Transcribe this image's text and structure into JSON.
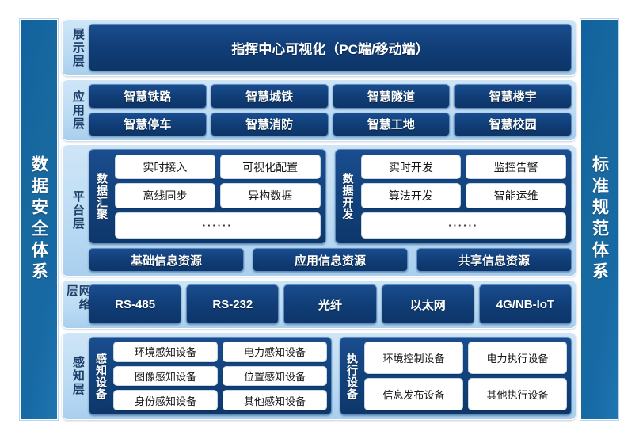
{
  "side_bars": {
    "left": {
      "name": "data-security-system",
      "text": "数据安全体系"
    },
    "right": {
      "name": "standard-specification-system",
      "text": "标准规范体系"
    }
  },
  "layers": [
    {
      "id": "presentation",
      "label": "展示层",
      "items": [
        "指挥中心可视化（PC端/移动端）"
      ]
    },
    {
      "id": "application",
      "label": "应用层",
      "rows": [
        [
          "智慧铁路",
          "智慧城铁",
          "智慧隧道",
          "智慧楼宇"
        ],
        [
          "智慧停车",
          "智慧消防",
          "智慧工地",
          "智慧校园"
        ]
      ]
    },
    {
      "id": "platform",
      "label": "平台层",
      "groups": [
        {
          "label": "数据汇聚",
          "rows": [
            [
              "实时接入",
              "可视化配置"
            ],
            [
              "离线同步",
              "异构数据"
            ]
          ],
          "more": "······"
        },
        {
          "label": "数据开发",
          "rows": [
            [
              "实时开发",
              "监控告警"
            ],
            [
              "算法开发",
              "智能运维"
            ]
          ],
          "more": "······"
        }
      ],
      "resources": [
        "基础信息资源",
        "应用信息资源",
        "共享信息资源"
      ]
    },
    {
      "id": "network",
      "label": "网络层",
      "items": [
        "RS-485",
        "RS-232",
        "光纤",
        "以太网",
        "4G/NB-IoT"
      ]
    },
    {
      "id": "sensing",
      "label": "感知层",
      "groups": [
        {
          "label": "感知设备",
          "rows": [
            [
              "环境感知设备",
              "电力感知设备"
            ],
            [
              "图像感知设备",
              "位置感知设备"
            ],
            [
              "身份感知设备",
              "其他感知设备"
            ]
          ]
        },
        {
          "label": "执行设备",
          "rows": [
            [
              "环境控制设备",
              "电力执行设备"
            ],
            [
              "信息发布设备",
              "其他执行设备"
            ]
          ]
        }
      ]
    }
  ],
  "colors": {
    "page_background": "#ffffff",
    "sidebar_blue": "#11619f",
    "layer_band": "#bcdcf4",
    "pill_dark_blue": "#113f79",
    "chip_white": "#ffffff",
    "label_text": "#1b3f68"
  }
}
